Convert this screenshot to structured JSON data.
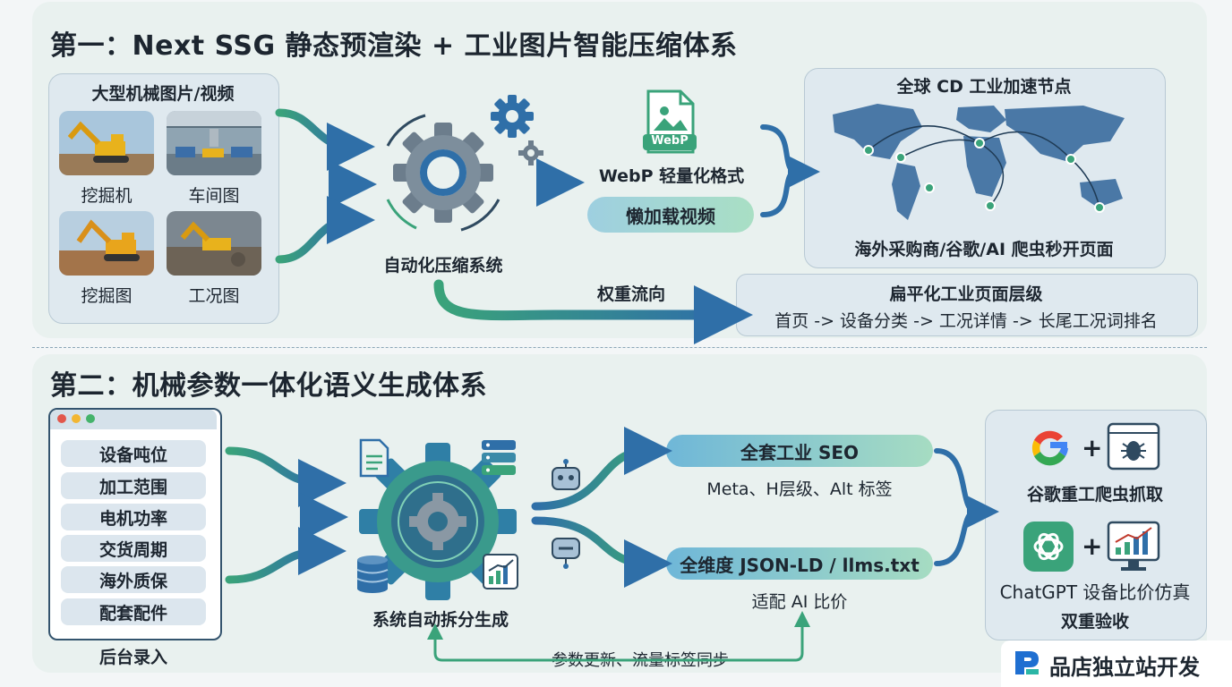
{
  "section1": {
    "title": "第一：Next SSG 静态预渲染 + 工业图片智能压缩体系",
    "media": {
      "title": "大型机械图片/视频",
      "items": [
        {
          "label": "挖掘机"
        },
        {
          "label": "车间图"
        },
        {
          "label": "挖掘图"
        },
        {
          "label": "工况图"
        }
      ]
    },
    "compress_label": "自动化压缩系统",
    "webp": {
      "badge": "WebP",
      "label": "WebP 轻量化格式"
    },
    "lazy_label": "懒加载视频",
    "cdn": {
      "title": "全球 CD 工业加速节点",
      "caption": "海外采购商/谷歌/AI 爬虫秒开页面"
    },
    "weight_label": "权重流向",
    "hierarchy": {
      "title": "扁平化工业页面层级",
      "path": "首页 -> 设备分类 -> 工况详情 -> 长尾工况词排名"
    }
  },
  "section2": {
    "title": "第二：机械参数一体化语义生成体系",
    "admin": {
      "fields": [
        "设备吨位",
        "加工范围",
        "电机功率",
        "交货周期",
        "海外质保",
        "配套配件"
      ],
      "caption": "后台录入"
    },
    "generate_label": "系统自动拆分生成",
    "seo": {
      "title": "全套工业 SEO",
      "sub": "Meta、H层级、Alt 标签"
    },
    "jsonld": {
      "title": "全维度 JSON-LD / llms.txt",
      "sub": "适配 AI 比价"
    },
    "sync_label": "参数更新、流量标签同步",
    "verify": {
      "google_caption": "谷歌重工爬虫抓取",
      "chatgpt_caption": "ChatGPT 设备比价仿真",
      "final_caption": "双重验收",
      "plus": "+"
    }
  },
  "brand": {
    "name": "品店独立站开发"
  },
  "colors": {
    "accent_blue": "#2f6fa8",
    "accent_green": "#3aa37a",
    "panel": "#e9f1ef",
    "card": "#dfe9ef"
  }
}
